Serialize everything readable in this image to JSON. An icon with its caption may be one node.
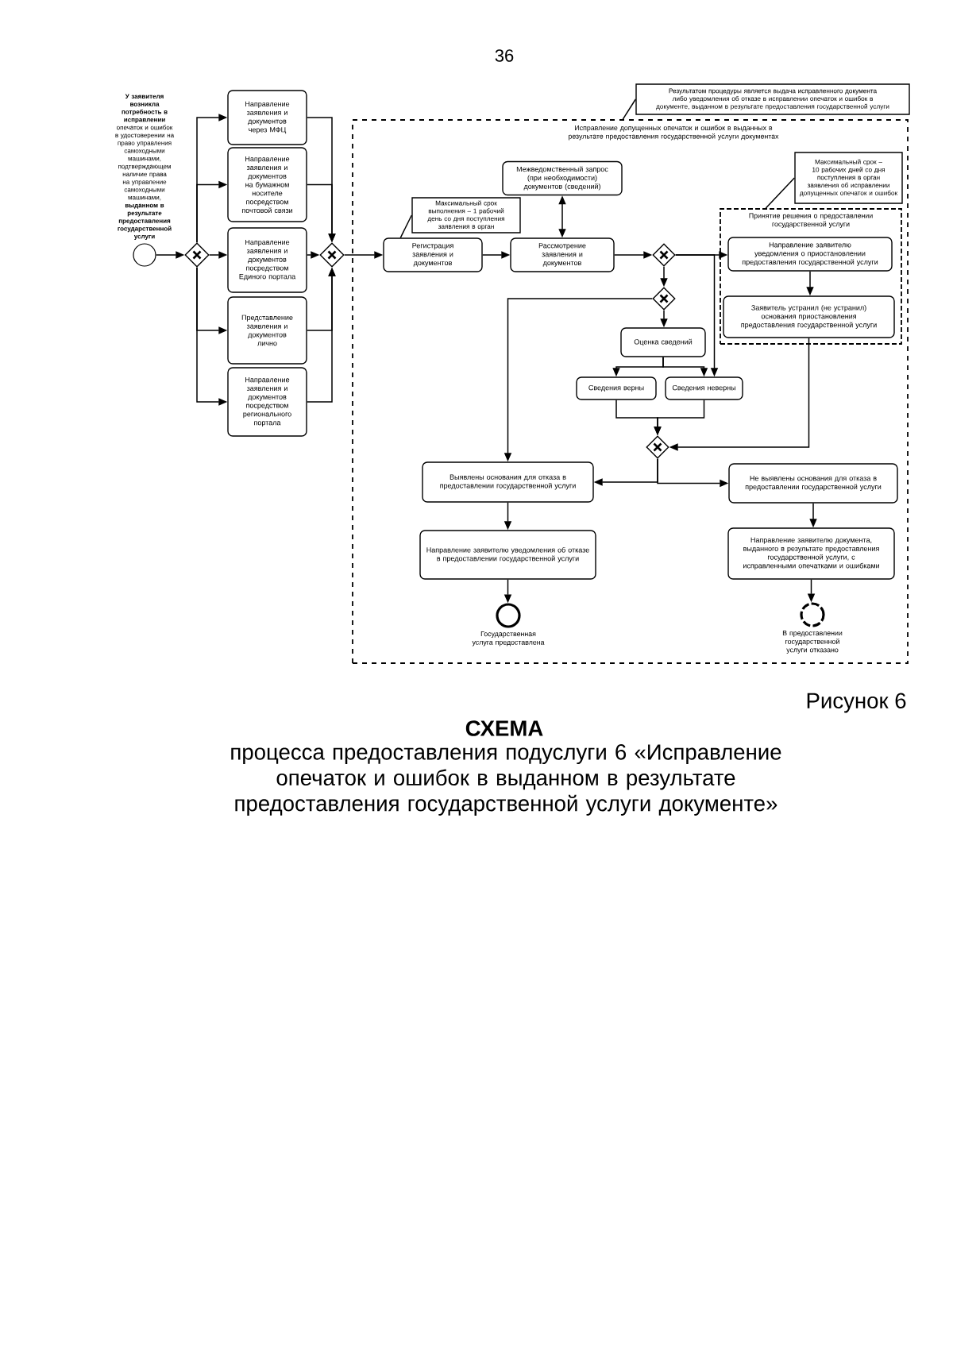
{
  "diagram": {
    "title": "СХЕМА",
    "caption": "процесса предоставления подуслуги 6 «Исправление опечаток и ошибок в выданном в результате предоставления государственной услуги документе»",
    "nodes": [
      {
        "text": [],
        "shape": "circle",
        "beside": [
          "**У заявителя возникла потребность в исправлении** опечаток и ошибок в удостоверении на право управления самоходными машинами, подтверждающем наличие права на управление самоходными машинами, **выданном в результате предоставления государственной услуги**"
        ]
      },
      {
        "text": [],
        "shape": "diamond"
      },
      {
        "text": [
          "Направление заявления и документов через МФЦ"
        ]
      },
      {
        "text": [
          "Направление заявления и документов на бумажном носителе посредством почтовой связи"
        ]
      },
      {
        "text": [
          "Направление заявления и документов посредством Единого портала"
        ]
      },
      {
        "text": [
          "Представление заявления и документов лично"
        ]
      },
      {
        "text": [
          "Направление заявления и документов посредством регионального портала"
        ]
      },
      {
        "text": [],
        "shape": "diamond"
      },
      {
        "text": [
          "Исправление допущенных опечаток и ошибок в выданных в результате предоставления государственной услуги документах"
        ]
      },
      {
        "text": [
          "Результатом процедуры является выдача исправленного документа либо уведомления об отказе в исправлении опечаток и ошибок в документе, выданном в результате предоставления государственной услуги"
        ]
      },
      {
        "text": [
          "Максимальный срок выполнения – 1 рабочий день со дня поступления заявления в орган"
        ],
        "in": 8
      },
      {
        "text": [
          "Регистрация заявления и документов"
        ],
        "in": 8
      },
      {
        "text": [
          "Межведомственный запрос (при необходимости) документов (сведений)"
        ],
        "in": 8
      },
      {
        "text": [
          "Рассмотрение заявления и документов"
        ],
        "in": 8
      },
      {
        "text": [
          "Максимальный срок – 10 рабочих дней со дня поступления в орган заявления об исправлении допущенных опечаток и ошибок"
        ],
        "in": 8
      },
      {
        "text": [],
        "shape": "diamond",
        "in": 8
      },
      {
        "text": [
          "Принятие решения о предоставлении государственной услуги"
        ],
        "in": 8
      },
      {
        "text": [
          "Направление заявителю уведомления о приостановлении предоставления государственной услуги"
        ],
        "in": 16
      },
      {
        "text": [
          "Заявитель устранил (не устранил) основания приостановления предоставления государственной услуги"
        ],
        "in": 16
      },
      {
        "text": [],
        "shape": "diamond",
        "in": 8
      },
      {
        "text": [
          "Оценка сведений"
        ],
        "in": 8
      },
      {
        "text": [
          "Сведения верны"
        ],
        "in": 8
      },
      {
        "text": [
          "Сведения неверны"
        ],
        "in": 8
      },
      {
        "text": [],
        "shape": "diamond",
        "in": 8
      },
      {
        "text": [
          "Выявлены основания для отказа в предоставлении государственной услуги"
        ],
        "in": 8
      },
      {
        "text": [
          "Не выявлены основания для отказа в предоставлении государственной услуги"
        ],
        "in": 8
      },
      {
        "text": [
          "Направление заявителю уведомления об отказе в предоставлении государственной услуги"
        ],
        "in": 8
      },
      {
        "text": [
          "Направление заявителю документа, выданного в результате предоставления государственной услуги, с исправленными опечатками и ошибками"
        ],
        "in": 8
      },
      {
        "text": [],
        "shape": "circle",
        "in": 8,
        "beside": [
          "Государственная услуга предоставлена"
        ]
      },
      {
        "text": [],
        "shape": "circle",
        "in": 8,
        "beside": [
          "В предоставлении государственной услуги отказано"
        ]
      }
    ],
    "edges": [
      {
        "from": 0,
        "to": 1,
        "arrow": "to"
      },
      {
        "from": 1,
        "to": 2,
        "arrow": "to"
      },
      {
        "from": 1,
        "to": 3,
        "arrow": "to"
      },
      {
        "from": 1,
        "to": 4,
        "arrow": "to"
      },
      {
        "from": 1,
        "to": 5,
        "arrow": "to"
      },
      {
        "from": 1,
        "to": 6,
        "arrow": "to"
      },
      {
        "from": 2,
        "to": 7,
        "arrow": "to"
      },
      {
        "from": 3,
        "to": 7,
        "arrow": "to"
      },
      {
        "from": 4,
        "to": 7,
        "arrow": "to"
      },
      {
        "from": 5,
        "to": 7,
        "arrow": "to"
      },
      {
        "from": 6,
        "to": 7,
        "arrow": "to"
      },
      {
        "from": 7,
        "to": 11,
        "arrow": "to"
      },
      {
        "from": 9,
        "to": 8,
        "arrow": "none"
      },
      {
        "from": 10,
        "to": 11,
        "arrow": "none"
      },
      {
        "from": 11,
        "to": 13,
        "arrow": "to"
      },
      {
        "from": 12,
        "to": 13,
        "arrow": "both"
      },
      {
        "from": 13,
        "to": 15,
        "arrow": "to"
      },
      {
        "from": 14,
        "to": 16,
        "arrow": "none"
      },
      {
        "from": 15,
        "to": 17,
        "arrow": "to"
      },
      {
        "from": 15,
        "to": 22,
        "arrow": "to"
      },
      {
        "from": 15,
        "to": 19,
        "arrow": "to"
      },
      {
        "from": 19,
        "to": 24,
        "arrow": "to"
      },
      {
        "from": 19,
        "to": 20,
        "arrow": "to"
      },
      {
        "from": 20,
        "to": 21,
        "arrow": "to"
      },
      {
        "from": 20,
        "to": 22,
        "arrow": "to"
      },
      {
        "from": 21,
        "to": 23,
        "arrow": "to"
      },
      {
        "from": 22,
        "to": 23,
        "arrow": "to"
      },
      {
        "from": 17,
        "to": 18,
        "arrow": "to"
      },
      {
        "from": 18,
        "to": 23,
        "arrow": "to"
      },
      {
        "from": 23,
        "to": 24,
        "arrow": "to"
      },
      {
        "from": 23,
        "to": 25,
        "arrow": "to"
      },
      {
        "from": 24,
        "to": 26,
        "arrow": "to"
      },
      {
        "from": 25,
        "to": 27,
        "arrow": "to"
      },
      {
        "from": 26,
        "to": 28,
        "arrow": "to"
      },
      {
        "from": 27,
        "to": 29,
        "arrow": "to"
      }
    ],
    "labels": [
      "36",
      "Рисунок 6"
    ]
  }
}
